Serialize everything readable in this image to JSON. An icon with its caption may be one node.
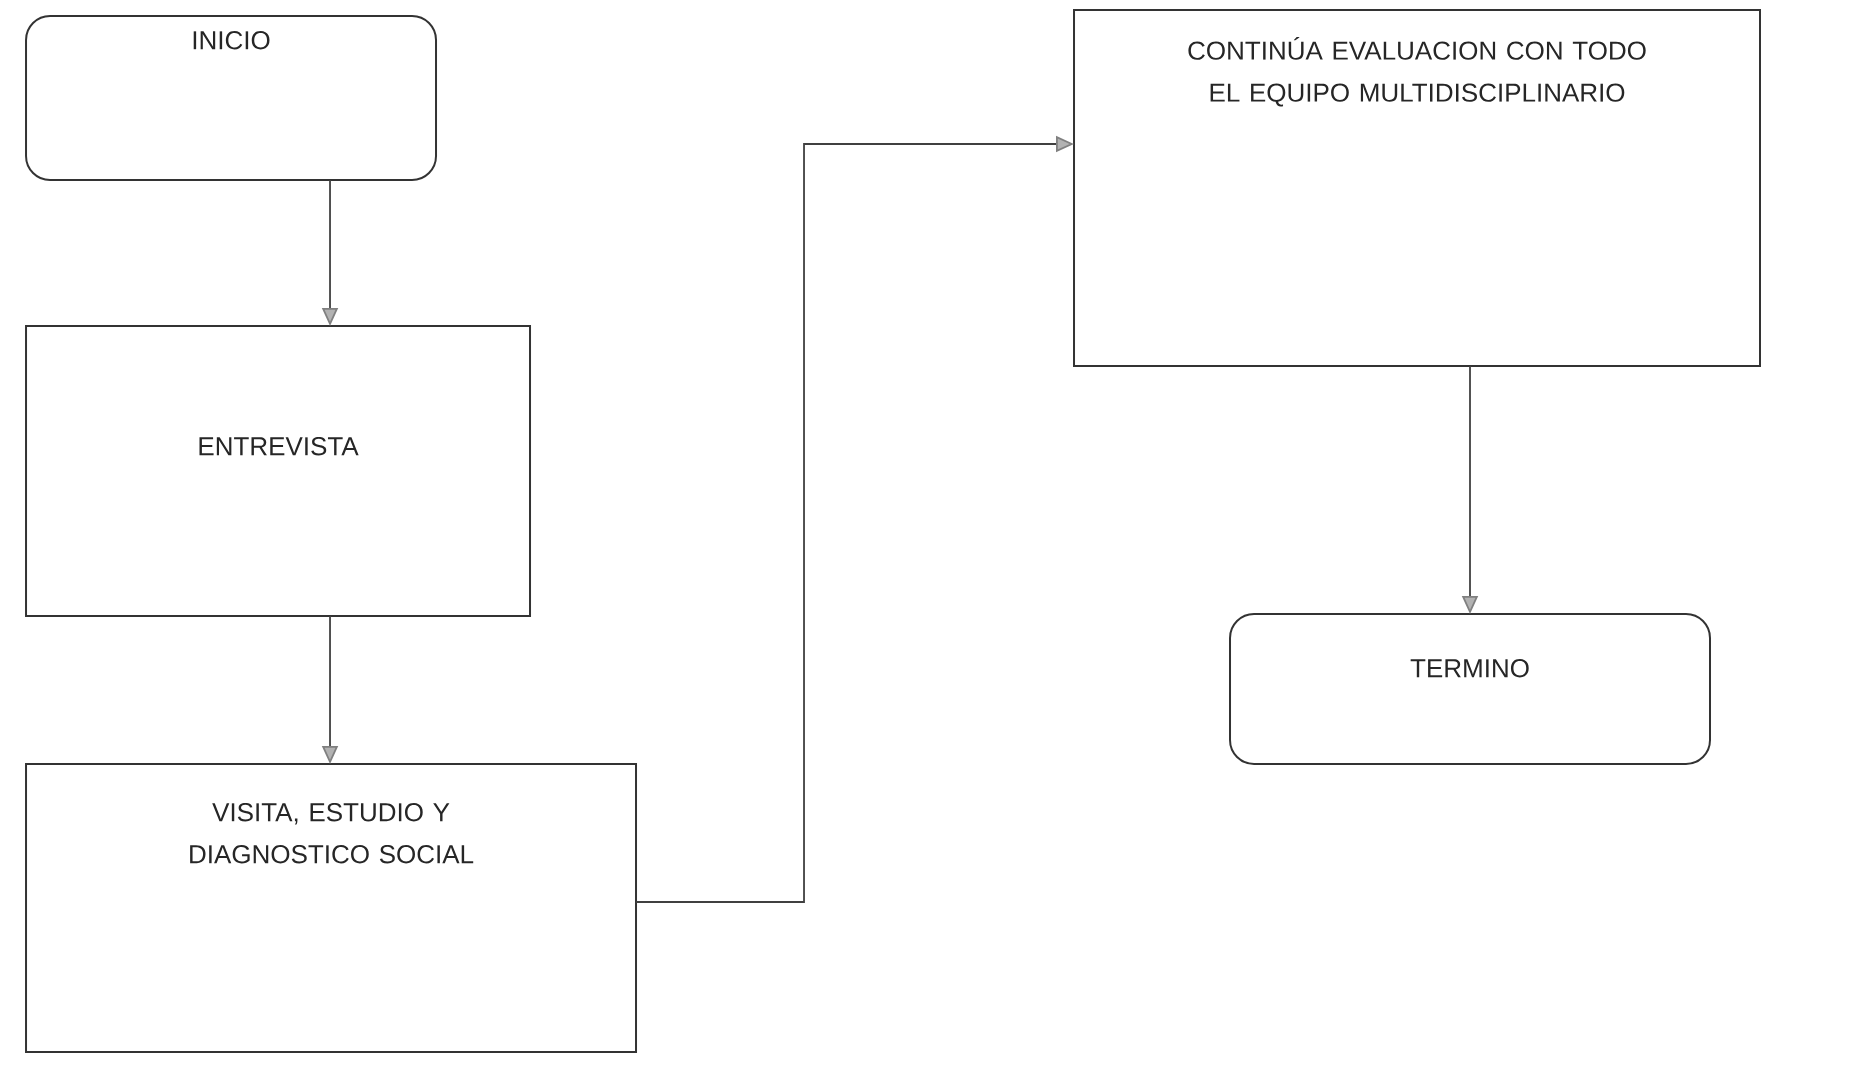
{
  "diagram": {
    "nodes": [
      {
        "text": [
          "INICIO"
        ]
      },
      {
        "text": [
          "ENTREVISTA"
        ]
      },
      {
        "text": [
          "VISITA, ESTUDIO Y DIAGNOSTICO SOCIAL"
        ]
      },
      {
        "text": [
          "CONTINÚA EVALUACION CON TODO EL EQUIPO MULTIDISCIPLINARIO"
        ]
      },
      {
        "text": [
          "TERMINO"
        ]
      }
    ],
    "edges": [
      {
        "from": 0,
        "to": 1,
        "arrow": "to"
      },
      {
        "from": 1,
        "to": 2,
        "arrow": "to"
      },
      {
        "from": 2,
        "to": 3,
        "arrow": "to"
      },
      {
        "from": 3,
        "to": 4,
        "arrow": "to"
      }
    ]
  }
}
